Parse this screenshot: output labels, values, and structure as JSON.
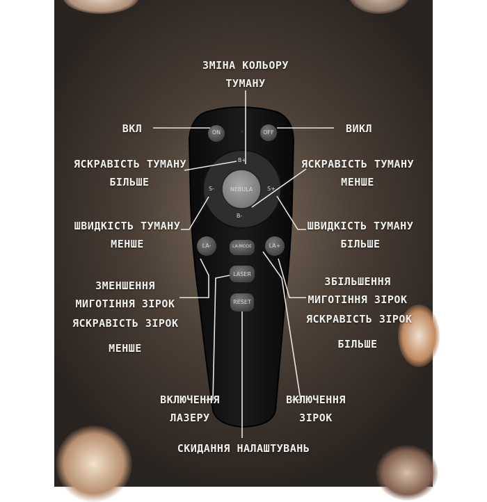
{
  "labels": {
    "color_change": [
      "ЗМІНА КОЛЬОРУ",
      "ТУМАНУ"
    ],
    "on": "ВКЛ",
    "off": "ВИКЛ",
    "fog_brightness_up": [
      "ЯСКРАВІСТЬ ТУМАНУ",
      "БІЛЬШЕ"
    ],
    "fog_brightness_down": [
      "ЯСКРАВІСТЬ ТУМАНУ",
      "МЕНШЕ"
    ],
    "fog_speed_down": [
      "ШВИДКІСТЬ ТУМАНУ",
      "МЕНШЕ"
    ],
    "fog_speed_up": [
      "ШВИДКІСТЬ ТУМАНУ",
      "БІЛЬШЕ"
    ],
    "star_blink_down": [
      "ЗМЕНШЕННЯ",
      "МИГОТІННЯ ЗІРОК"
    ],
    "star_blink_up": [
      "ЗБІЛЬШЕННЯ",
      "МИГОТІННЯ ЗІРОК"
    ],
    "star_brightness_down": [
      "ЯСКРАВІСТЬ ЗІРОК",
      "МЕНШЕ"
    ],
    "star_brightness_up": [
      "ЯСКРАВІСТЬ ЗІРОК",
      "БІЛЬШЕ"
    ],
    "laser_on": [
      "ВКЛЮЧЕННЯ",
      "ЛАЗЕРУ"
    ],
    "stars_on": [
      "ВКЛЮЧЕННЯ",
      "ЗІРОК"
    ],
    "reset": "СКИДАННЯ НАЛАШТУВАНЬ"
  },
  "remote": {
    "on": "ON",
    "off": "OFF",
    "b_plus": "B+",
    "b_minus": "B-",
    "s_minus": "S-",
    "s_plus": "S+",
    "nebula": "NEBULA",
    "la_minus": "LA-",
    "la_mode": "LA-MODE",
    "la_plus": "LA+",
    "laser": "LASER",
    "reset": "RESET"
  }
}
